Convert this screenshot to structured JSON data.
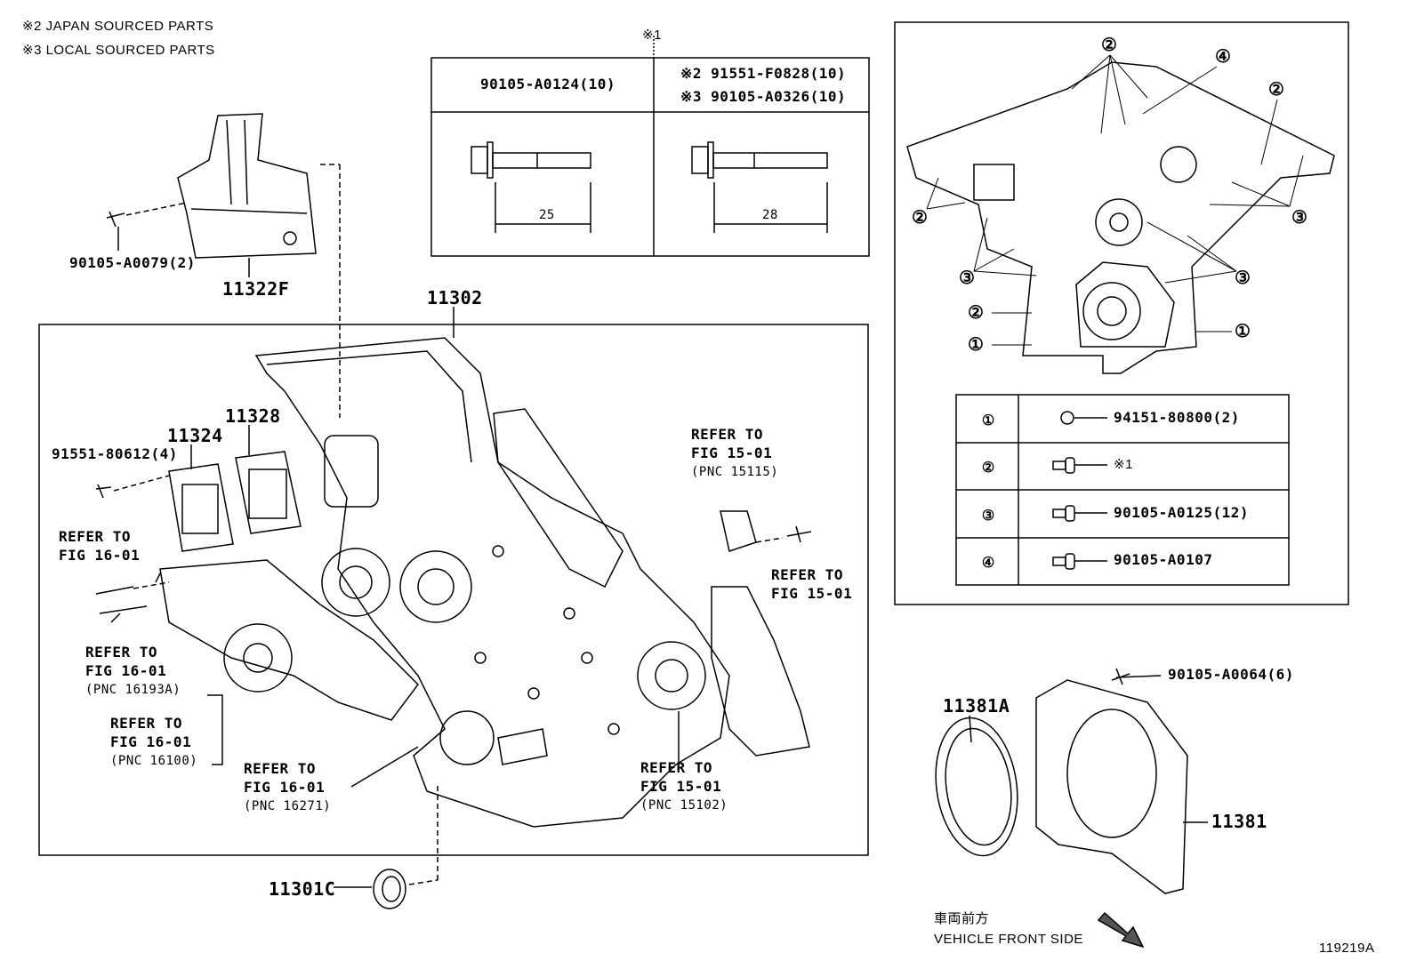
{
  "notes": {
    "japan": "※2 JAPAN SOURCED PARTS",
    "local": "※3 LOCAL SOURCED PARTS"
  },
  "bolt_table": {
    "marker": "※1",
    "left_part": "90105-A0124(10)",
    "right_part_japan": "※2 91551-F0828(10)",
    "right_part_local": "※3 90105-A0326(10)",
    "left_length": "25",
    "right_length": "28"
  },
  "parts": {
    "bolt_90105_A0079": "90105-A0079(2)",
    "p11322F": "11322F",
    "p11302": "11302",
    "p11328": "11328",
    "p11324": "11324",
    "bolt_91551_80612": "91551-80612(4)",
    "p11301C": "11301C",
    "bolt_90105_A0064": "90105-A0064(6)",
    "p11381A": "11381A",
    "p11381": "11381"
  },
  "refs": [
    {
      "line1": "REFER TO",
      "line2": "FIG 16-01",
      "pnc": ""
    },
    {
      "line1": "REFER TO",
      "line2": "FIG 16-01",
      "pnc": "(PNC 16193A)"
    },
    {
      "line1": "REFER TO",
      "line2": "FIG 16-01",
      "pnc": "(PNC 16100)"
    },
    {
      "line1": "REFER TO",
      "line2": "FIG 16-01",
      "pnc": "(PNC 16271)"
    },
    {
      "line1": "REFER TO",
      "line2": "FIG 15-01",
      "pnc": "(PNC 15102)"
    },
    {
      "line1": "REFER TO",
      "line2": "FIG 15-01",
      "pnc": "(PNC 15115)"
    },
    {
      "line1": "REFER TO",
      "line2": "FIG 15-01",
      "pnc": ""
    }
  ],
  "legend": [
    {
      "num": "①",
      "part": "94151-80800(2)"
    },
    {
      "num": "②",
      "part": "※1"
    },
    {
      "num": "③",
      "part": "90105-A0125(12)"
    },
    {
      "num": "④",
      "part": "90105-A0107"
    }
  ],
  "callouts": {
    "c1": "①",
    "c2": "②",
    "c3": "③",
    "c4": "④"
  },
  "direction": {
    "jp": "車両前方",
    "en": "VEHICLE FRONT SIDE"
  },
  "figure_id": "119219A"
}
